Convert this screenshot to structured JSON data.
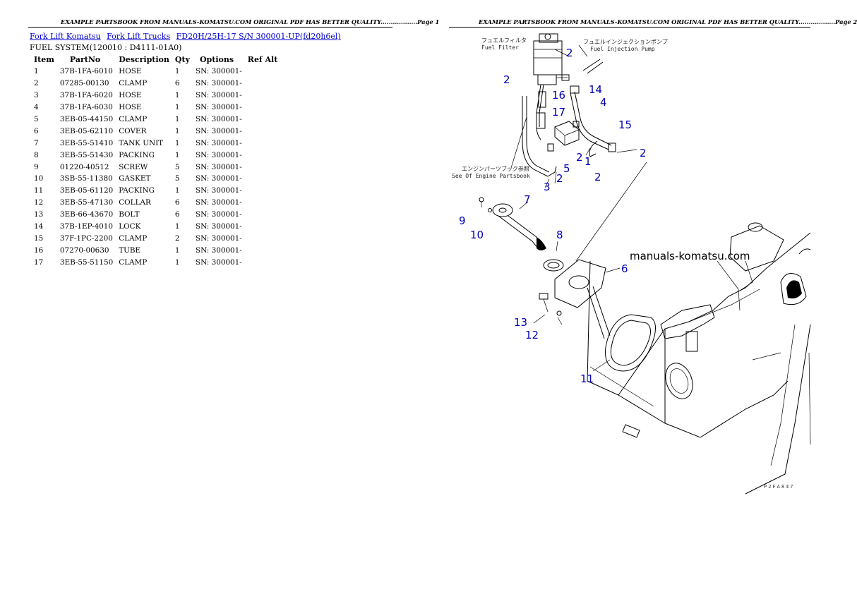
{
  "headers": {
    "page1": "EXAMPLE PARTSBOOK FROM MANUALS-KOMATSU.COM ORIGINAL PDF HAS BETTER QUALITY..................Page 1",
    "page2": "EXAMPLE PARTSBOOK FROM MANUALS-KOMATSU.COM ORIGINAL PDF HAS BETTER QUALITY..................Page 2"
  },
  "breadcrumb": [
    "Fork Lift Komatsu",
    "Fork Lift Trucks",
    "FD20H/25H-17 S/N 300001-UP(fd20h6el)"
  ],
  "subtitle": "FUEL SYSTEM(120010 : D4111-01A0)",
  "table": {
    "columns": [
      "Item",
      "PartNo",
      "Description",
      "Qty",
      "Options",
      "Ref Alt"
    ],
    "rows": [
      [
        "1",
        "37B-1FA-6010",
        "HOSE",
        "1",
        "SN: 300001-",
        ""
      ],
      [
        "2",
        "07285-00130",
        "CLAMP",
        "6",
        "SN: 300001-",
        ""
      ],
      [
        "3",
        "37B-1FA-6020",
        "HOSE",
        "1",
        "SN: 300001-",
        ""
      ],
      [
        "4",
        "37B-1FA-6030",
        "HOSE",
        "1",
        "SN: 300001-",
        ""
      ],
      [
        "5",
        "3EB-05-44150",
        "CLAMP",
        "1",
        "SN: 300001-",
        ""
      ],
      [
        "6",
        "3EB-05-62110",
        "COVER",
        "1",
        "SN: 300001-",
        ""
      ],
      [
        "7",
        "3EB-55-51410",
        "TANK UNIT",
        "1",
        "SN: 300001-",
        ""
      ],
      [
        "8",
        "3EB-55-51430",
        "PACKING",
        "1",
        "SN: 300001-",
        ""
      ],
      [
        "9",
        "01220-40512",
        "SCREW",
        "5",
        "SN: 300001-",
        ""
      ],
      [
        "10",
        "3SB-55-11380",
        "GASKET",
        "5",
        "SN: 300001-",
        ""
      ],
      [
        "11",
        "3EB-05-61120",
        "PACKING",
        "1",
        "SN: 300001-",
        ""
      ],
      [
        "12",
        "3EB-55-47130",
        "COLLAR",
        "6",
        "SN: 300001-",
        ""
      ],
      [
        "13",
        "3EB-66-43670",
        "BOLT",
        "6",
        "SN: 300001-",
        ""
      ],
      [
        "14",
        "37B-1EP-4010",
        "LOCK",
        "1",
        "SN: 300001-",
        ""
      ],
      [
        "15",
        "37F-1PC-2200",
        "CLAMP",
        "2",
        "SN: 300001-",
        ""
      ],
      [
        "16",
        "07270-00630",
        "TUBE",
        "1",
        "SN: 300001-",
        ""
      ],
      [
        "17",
        "3EB-55-51150",
        "CLAMP",
        "1",
        "SN: 300001-",
        ""
      ]
    ]
  },
  "diagram": {
    "labels": {
      "fuel_filter_jp": "フュエルフィルタ",
      "fuel_filter": "Fuel Filter",
      "injection_pump_jp": "フュエルインジェクションポンプ",
      "injection_pump": "Fuel Injection Pump",
      "engine_parts_jp": "エンジンパーツブック参照",
      "engine_parts": "See Of Engine Partsbook",
      "watermark": "manuals-komatsu.com",
      "figure_code": "P2FA847"
    },
    "callouts": [
      "2",
      "2",
      "16",
      "17",
      "14",
      "4",
      "15",
      "5",
      "2",
      "1",
      "2",
      "2",
      "3",
      "2",
      "7",
      "9",
      "10",
      "8",
      "6",
      "13",
      "12",
      "11"
    ],
    "callout_color": "#0000b4"
  }
}
